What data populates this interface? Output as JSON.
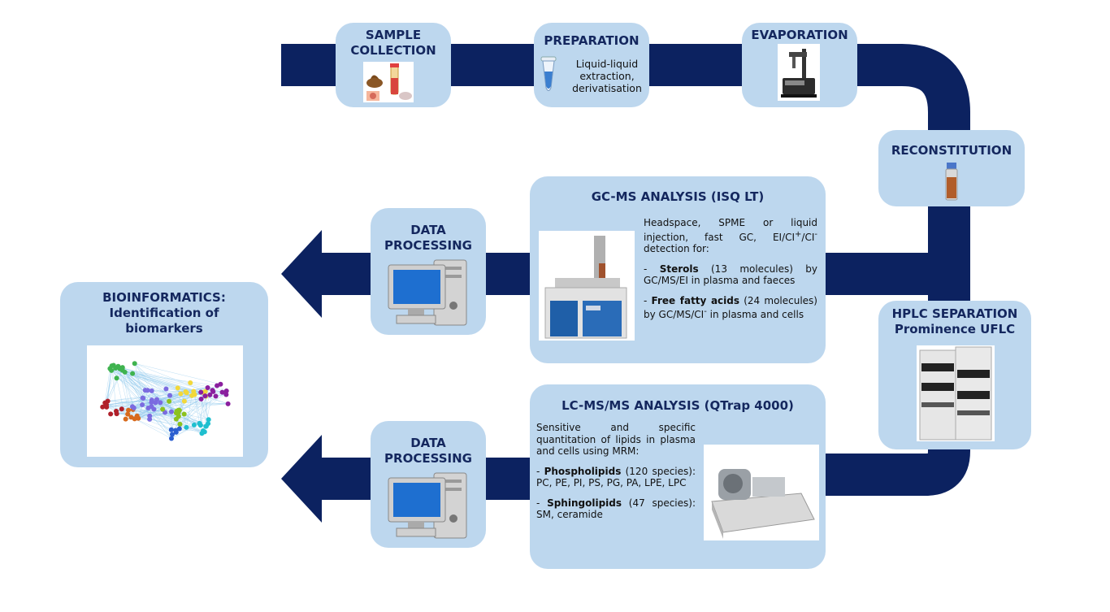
{
  "colors": {
    "arrow": "#0c2260",
    "box": "#bdd7ee",
    "title": "#14275e"
  },
  "steps": {
    "sample_collection": {
      "title": [
        "SAMPLE",
        "COLLECTION"
      ]
    },
    "preparation": {
      "title": "PREPARATION",
      "note": [
        "Liquid-liquid",
        "extraction,",
        "derivatisation"
      ]
    },
    "evaporation": {
      "title": "EVAPORATION"
    },
    "reconstitution": {
      "title": "RECONSTITUTION"
    },
    "hplc": {
      "title": [
        "HPLC SEPARATION",
        "Prominence UFLC"
      ]
    },
    "gcms": {
      "title": "GC-MS ANALYSIS (ISQ LT)",
      "intro_a": "Headspace, SPME or liquid injection, fast GC, EI/CI",
      "intro_sup1": "+",
      "intro_b": "/CI",
      "intro_sup2": "-",
      "intro_c": " detection for:",
      "item1_prefix": "- ",
      "item1_bold": "Sterols",
      "item1_rest": " (13 molecules) by GC/MS/EI in plasma and faeces",
      "item2_prefix": "- ",
      "item2_bold": "Free fatty acids",
      "item2_rest_a": " (24 molecules) by GC/MS/CI",
      "item2_sup": "-",
      "item2_rest_b": " in plasma and cells"
    },
    "lcms": {
      "title": "LC-MS/MS ANALYSIS (QTrap 4000)",
      "intro": "Sensitive and specific quantitation of lipids in plasma and cells using MRM:",
      "item1_prefix": "- ",
      "item1_bold": "Phospholipids",
      "item1_rest": " (120 species): PC, PE, PI, PS, PG, PA, LPE, LPC",
      "item2_prefix": "- ",
      "item2_bold": "Sphingolipids",
      "item2_rest": " (47 species): SM, ceramide"
    },
    "data_processing_gc": {
      "title": [
        "DATA",
        "PROCESSING"
      ]
    },
    "data_processing_lc": {
      "title": [
        "DATA",
        "PROCESSING"
      ]
    },
    "bioinformatics": {
      "title": [
        "BIOINFORMATICS:",
        "Identification of",
        "biomarkers"
      ]
    }
  },
  "icons": {
    "sample": "sample-collection-photo",
    "tube": "eppendorf-tube-icon",
    "evaporator": "evaporator-instrument-photo",
    "vial": "vial-photo",
    "hplc": "hplc-system-photo",
    "gc": "gc-ms-instrument-photo",
    "ms": "mass-spectrometer-photo",
    "computer": "computer-icon",
    "network": "network-graph-image"
  }
}
